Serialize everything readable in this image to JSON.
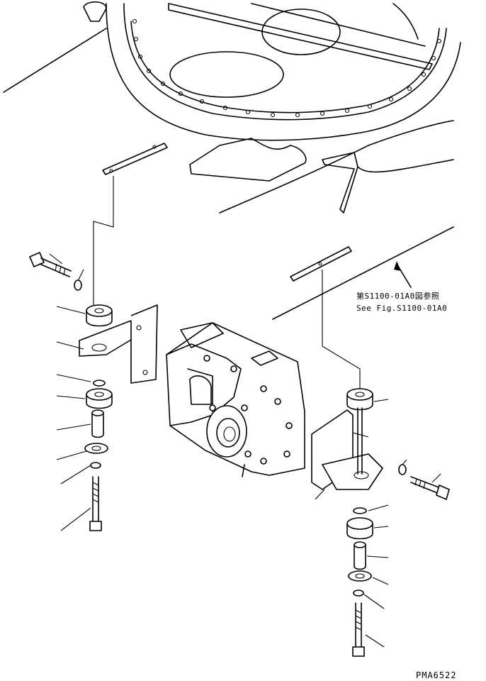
{
  "reference_note": {
    "line1": "第S1100-01A0図参照",
    "line2": "See Fig.S1100-01A0"
  },
  "figure_code": "PMA6522"
}
